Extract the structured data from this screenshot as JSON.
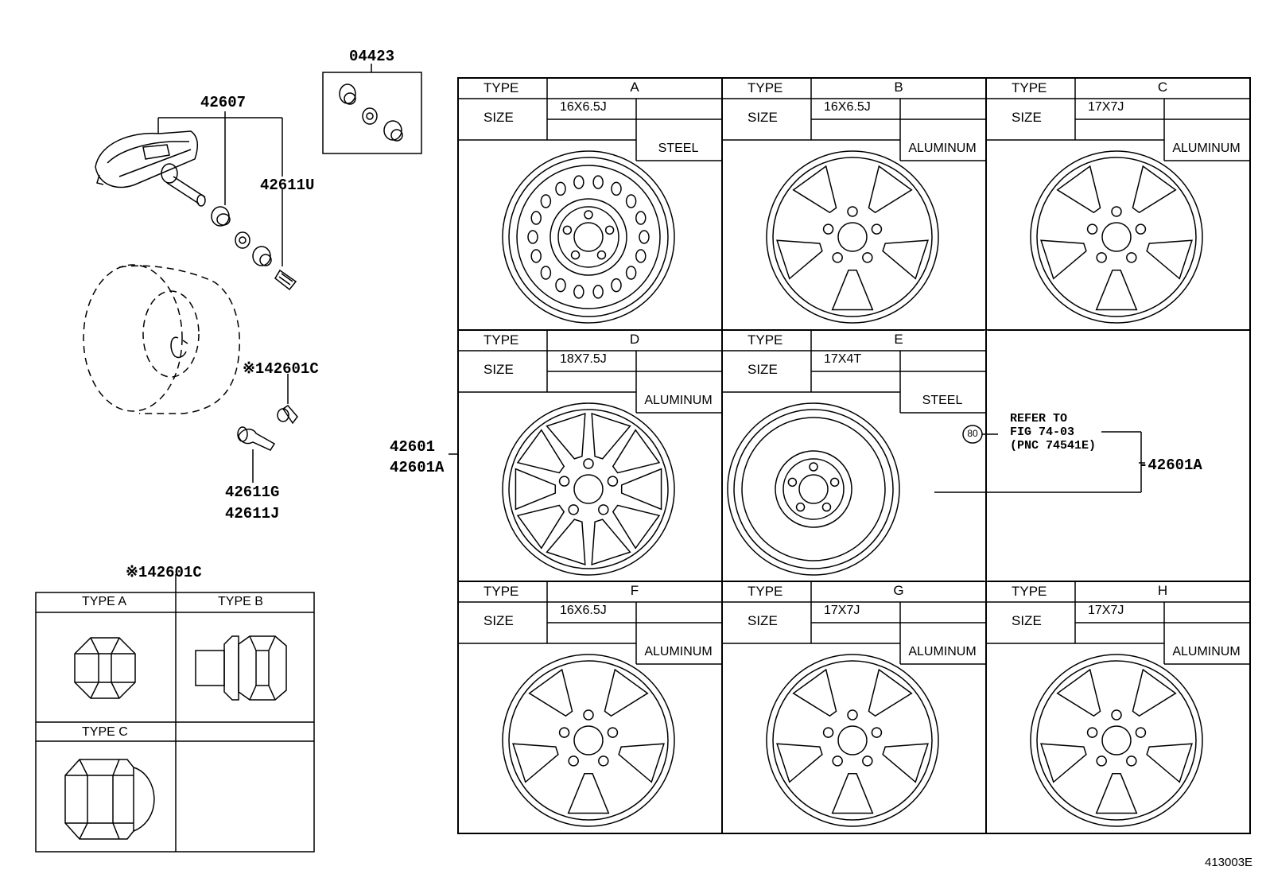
{
  "diagram_id": "413003E",
  "parts": {
    "p04423": "04423",
    "p42607": "42607",
    "p42611U": "42611U",
    "p42601C_1": "※142601C",
    "p42611G": "42611G",
    "p42611J": "42611J",
    "p42601": "42601",
    "p42601A_left": "42601A",
    "p42601A_right": "-42601A",
    "p42601C_2": "※142601C"
  },
  "refer": {
    "badge": "80",
    "line1": "REFER TO",
    "line2": "FIG 74-03",
    "line3": "(PNC 74541E)"
  },
  "labels": {
    "type": "TYPE",
    "size": "SIZE"
  },
  "wheels": [
    {
      "letter": "A",
      "size": "16X6.5J",
      "material": "STEEL"
    },
    {
      "letter": "B",
      "size": "16X6.5J",
      "material": "ALUMINUM"
    },
    {
      "letter": "C",
      "size": "17X7J",
      "material": "ALUMINUM"
    },
    {
      "letter": "D",
      "size": "18X7.5J",
      "material": "ALUMINUM"
    },
    {
      "letter": "E",
      "size": "17X4T",
      "material": "STEEL"
    },
    {
      "letter": "F",
      "size": "16X6.5J",
      "material": "ALUMINUM"
    },
    {
      "letter": "G",
      "size": "17X7J",
      "material": "ALUMINUM"
    },
    {
      "letter": "H",
      "size": "17X7J",
      "material": "ALUMINUM"
    }
  ],
  "nut_types": {
    "a": "TYPE A",
    "b": "TYPE B",
    "c": "TYPE C"
  }
}
